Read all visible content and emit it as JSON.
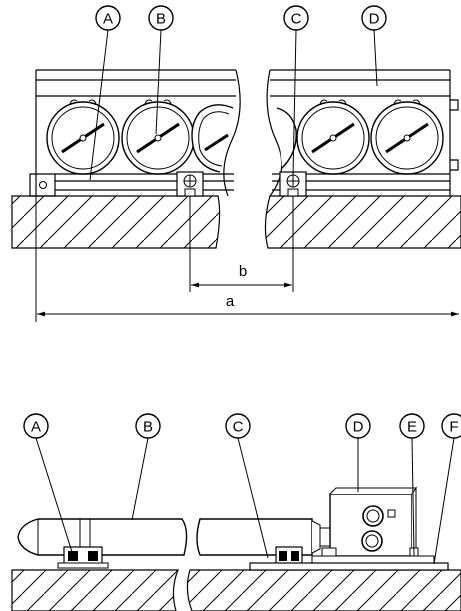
{
  "top_view": {
    "callouts": [
      {
        "id": "A",
        "text": "A"
      },
      {
        "id": "B",
        "text": "B"
      },
      {
        "id": "C",
        "text": "C"
      },
      {
        "id": "D",
        "text": "D"
      }
    ],
    "dimensions": [
      {
        "id": "b",
        "text": "b"
      },
      {
        "id": "a",
        "text": "a"
      }
    ]
  },
  "side_view": {
    "callouts": [
      {
        "id": "A",
        "text": "A"
      },
      {
        "id": "B",
        "text": "B"
      },
      {
        "id": "C",
        "text": "C"
      },
      {
        "id": "D",
        "text": "D"
      },
      {
        "id": "E",
        "text": "E"
      },
      {
        "id": "F",
        "text": "F"
      }
    ]
  }
}
